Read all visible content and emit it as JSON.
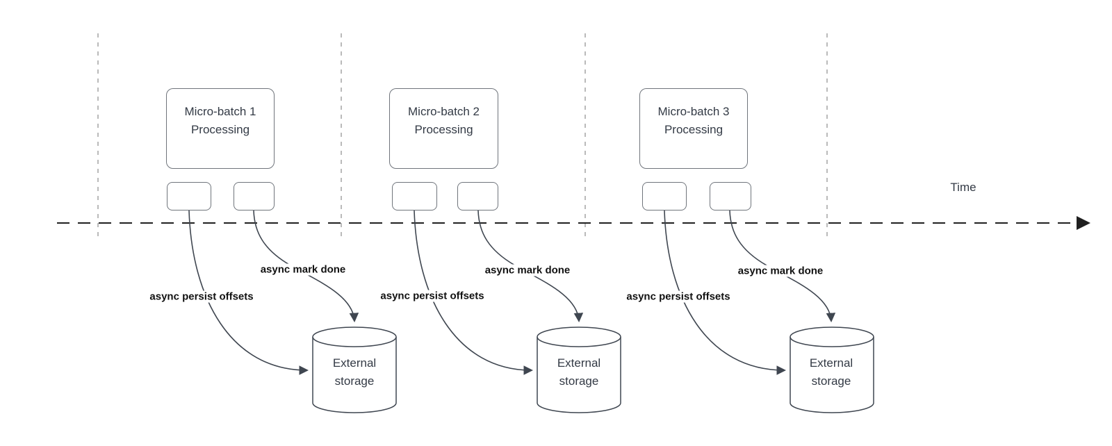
{
  "colors": {
    "bg": "#ffffff",
    "ink": "#3f4650",
    "text": "#333a45",
    "label": "#111111",
    "guide": "#a9a9a9",
    "axis": "#1f1f1f",
    "box-border": "#6f747b"
  },
  "time_axis": {
    "label": "Time"
  },
  "groups": [
    {
      "box_line1": "Micro-batch 1",
      "box_line2": "Processing",
      "persist_label": "async persist offsets",
      "done_label": "async mark done",
      "storage_line1": "External",
      "storage_line2": "storage"
    },
    {
      "box_line1": "Micro-batch 2",
      "box_line2": "Processing",
      "persist_label": "async persist offsets",
      "done_label": "async mark done",
      "storage_line1": "External",
      "storage_line2": "storage"
    },
    {
      "box_line1": "Micro-batch 3",
      "box_line2": "Processing",
      "persist_label": "async persist offsets",
      "done_label": "async mark done",
      "storage_line1": "External",
      "storage_line2": "storage"
    }
  ]
}
